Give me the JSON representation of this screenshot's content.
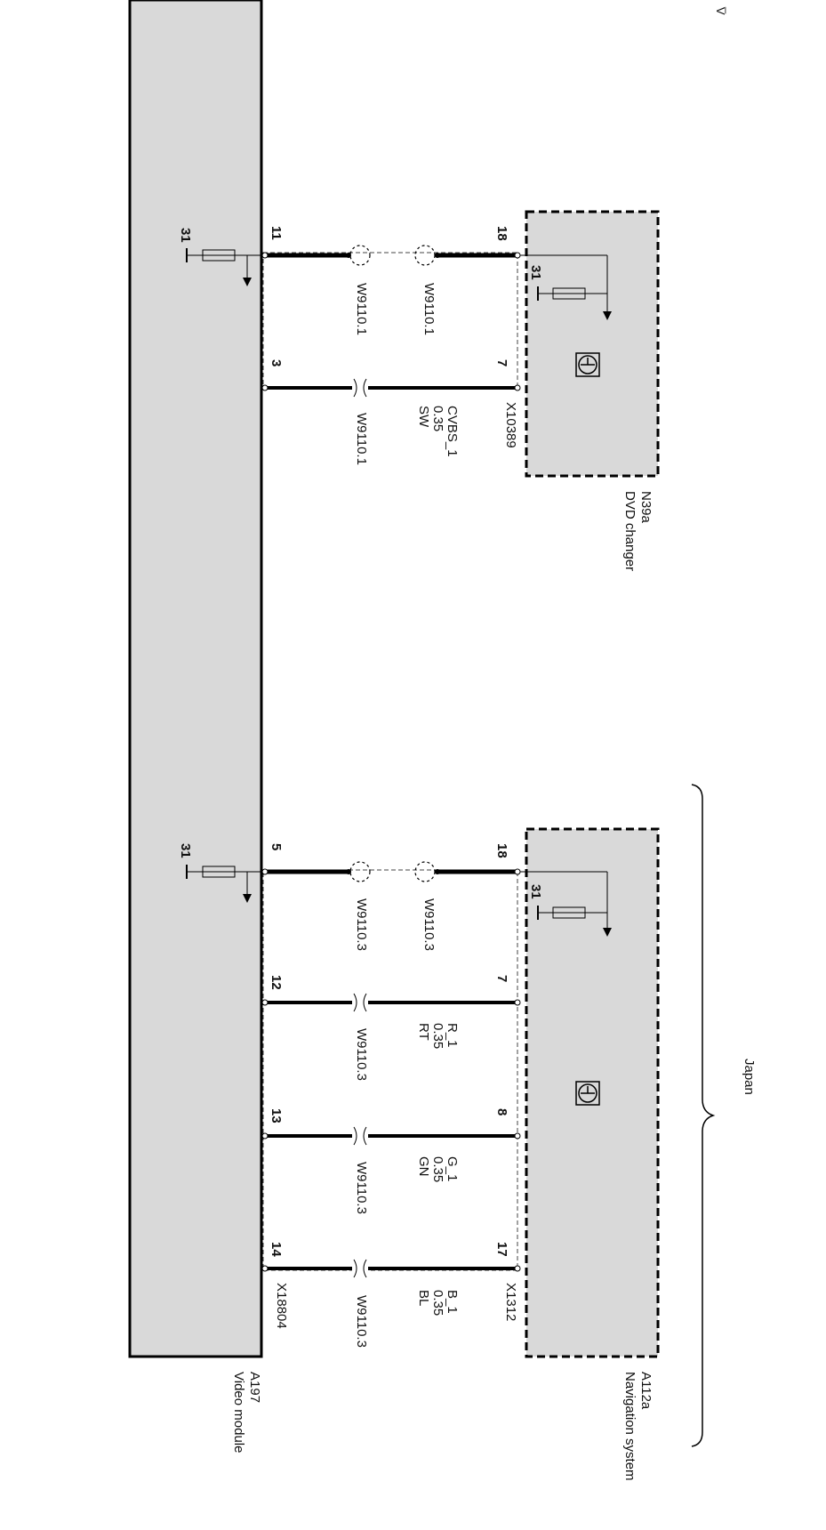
{
  "title_marks": "_\nV",
  "components": {
    "video_module": {
      "id": "A197",
      "name": "Video module",
      "connector": "X18804"
    },
    "dvd_changer": {
      "id": "N39a",
      "name": "DVD changer",
      "connector": "X10389"
    },
    "navigation": {
      "id": "A112a",
      "name": "Navigation system",
      "connector": "X1312"
    }
  },
  "region_label": "Japan",
  "ground_label": "31",
  "dvd_section": {
    "shield_pin_module": "11",
    "shield_pin_dvd": "18",
    "shield_ref_a": "W9110.1",
    "shield_ref_b": "W9110.1",
    "wire": {
      "pin_module": "3",
      "pin_device": "7",
      "ref": "W9110.1",
      "signal": "CVBS_1",
      "size": "0.35",
      "color": "SW"
    }
  },
  "nav_section": {
    "shield_pin_module": "5",
    "shield_pin_nav": "18",
    "shield_ref_a": "W9110.3",
    "shield_ref_b": "W9110.3",
    "wires": [
      {
        "pin_module": "12",
        "pin_device": "7",
        "ref": "W9110.3",
        "signal": "R_1",
        "size": "0.35",
        "color": "RT"
      },
      {
        "pin_module": "13",
        "pin_device": "8",
        "ref": "W9110.3",
        "signal": "G_1",
        "size": "0.35",
        "color": "GN"
      },
      {
        "pin_module": "14",
        "pin_device": "17",
        "ref": "W9110.3",
        "signal": "B_1",
        "size": "0.35",
        "color": "BL"
      }
    ]
  }
}
